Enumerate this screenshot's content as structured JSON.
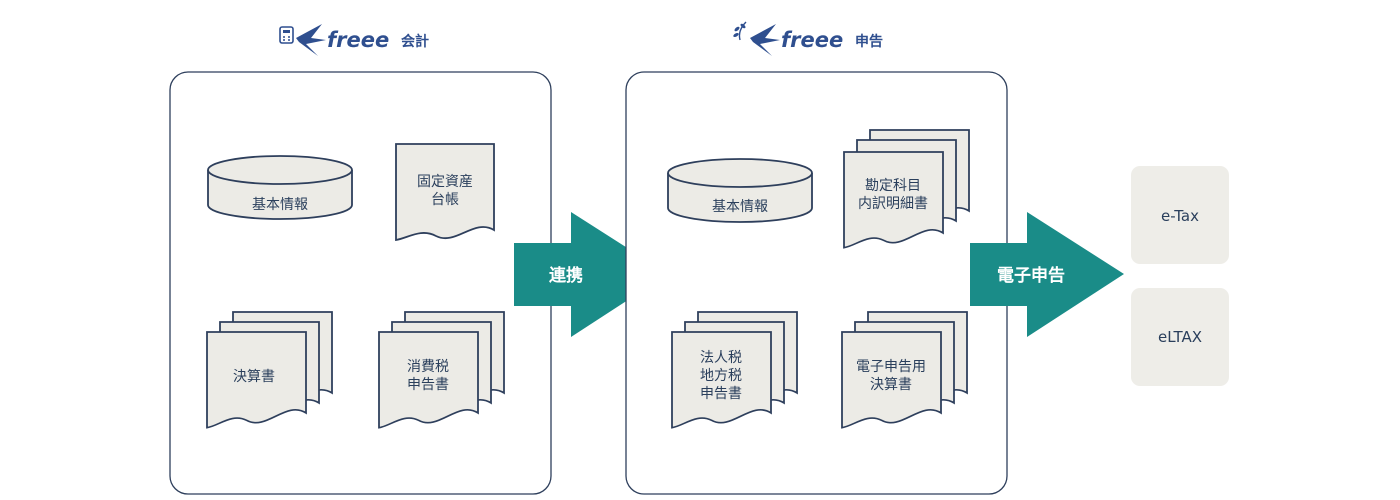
{
  "colors": {
    "outline": "#2e3f5c",
    "doc_fill": "#ecebe6",
    "arrow": "#1a8c88",
    "target_fill": "#eeede8",
    "brand": "#2f4f8f"
  },
  "left_panel": {
    "brand_name": "freee",
    "brand_product": "会計",
    "brand_icon": "calculator-swallow-logo",
    "items": {
      "basic_info": "基本情報",
      "fixed_assets": [
        "固定資産",
        "台帳"
      ],
      "settlement": "決算書",
      "consumption_tax": [
        "消費税",
        "申告書"
      ]
    }
  },
  "right_panel": {
    "brand_name": "freee",
    "brand_product": "申告",
    "brand_icon": "leaf-swallow-logo",
    "items": {
      "basic_info": "基本情報",
      "account_details": [
        "勘定科目",
        "内訳明細書"
      ],
      "tax_returns": [
        "法人税",
        "地方税",
        "申告書"
      ],
      "e_settlement": [
        "電子申告用",
        "決算書"
      ]
    }
  },
  "arrows": {
    "link": "連携",
    "e_filing": "電子申告"
  },
  "targets": {
    "etax": "e-Tax",
    "eltax": "eLTAX"
  }
}
